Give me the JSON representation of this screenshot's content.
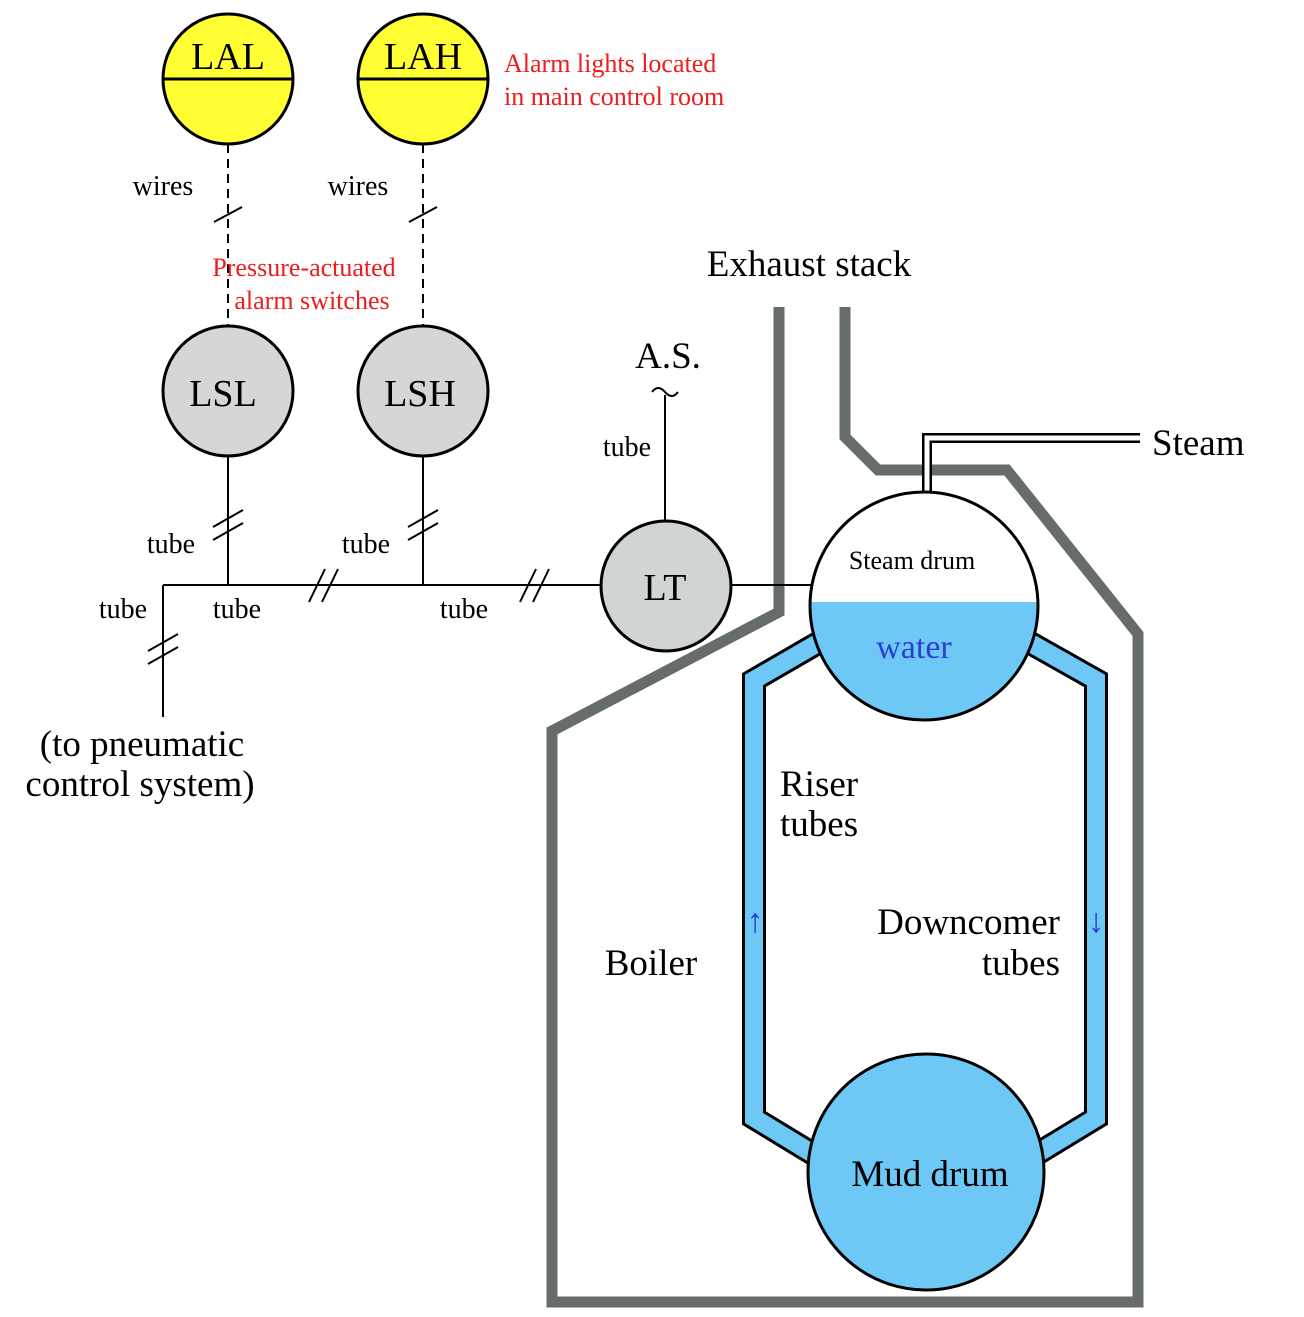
{
  "colors": {
    "alarm_light_fill": "#ffff33",
    "switch_fill": "#d5d7d7",
    "transmitter_fill": "#d0d4d4",
    "boiler_wall": "#666b6b",
    "water": "#6ec8f5",
    "red_text": "#ee1c1c",
    "blue_text": "#2b3fd6"
  },
  "alarm_lights": {
    "low": "LAL",
    "high": "LAH",
    "note_line1": "Alarm lights located",
    "note_line2": "in main control room"
  },
  "wires": {
    "left": "wires",
    "right": "wires"
  },
  "switches": {
    "note_line1": "Pressure-actuated",
    "note_line2": "alarm switches",
    "low": "LSL",
    "high": "LSH"
  },
  "tubes": {
    "lsl_tube": "tube",
    "lsh_tube": "tube",
    "left_branch": "tube",
    "header_1": "tube",
    "header_2": "tube",
    "as_tube": "tube"
  },
  "air_supply": "A.S.",
  "transmitter": "LT",
  "pneumatic": {
    "line1": "(to pneumatic",
    "line2": "control system)"
  },
  "boiler": {
    "exhaust_stack": "Exhaust stack",
    "steam": "Steam",
    "steam_drum": "Steam drum",
    "water": "water",
    "riser_line1": "Riser",
    "riser_line2": "tubes",
    "downcomer_line1": "Downcomer",
    "downcomer_line2": "tubes",
    "boiler": "Boiler",
    "mud_drum": "Mud drum",
    "up_arrow": "↑",
    "down_arrow": "↓"
  }
}
